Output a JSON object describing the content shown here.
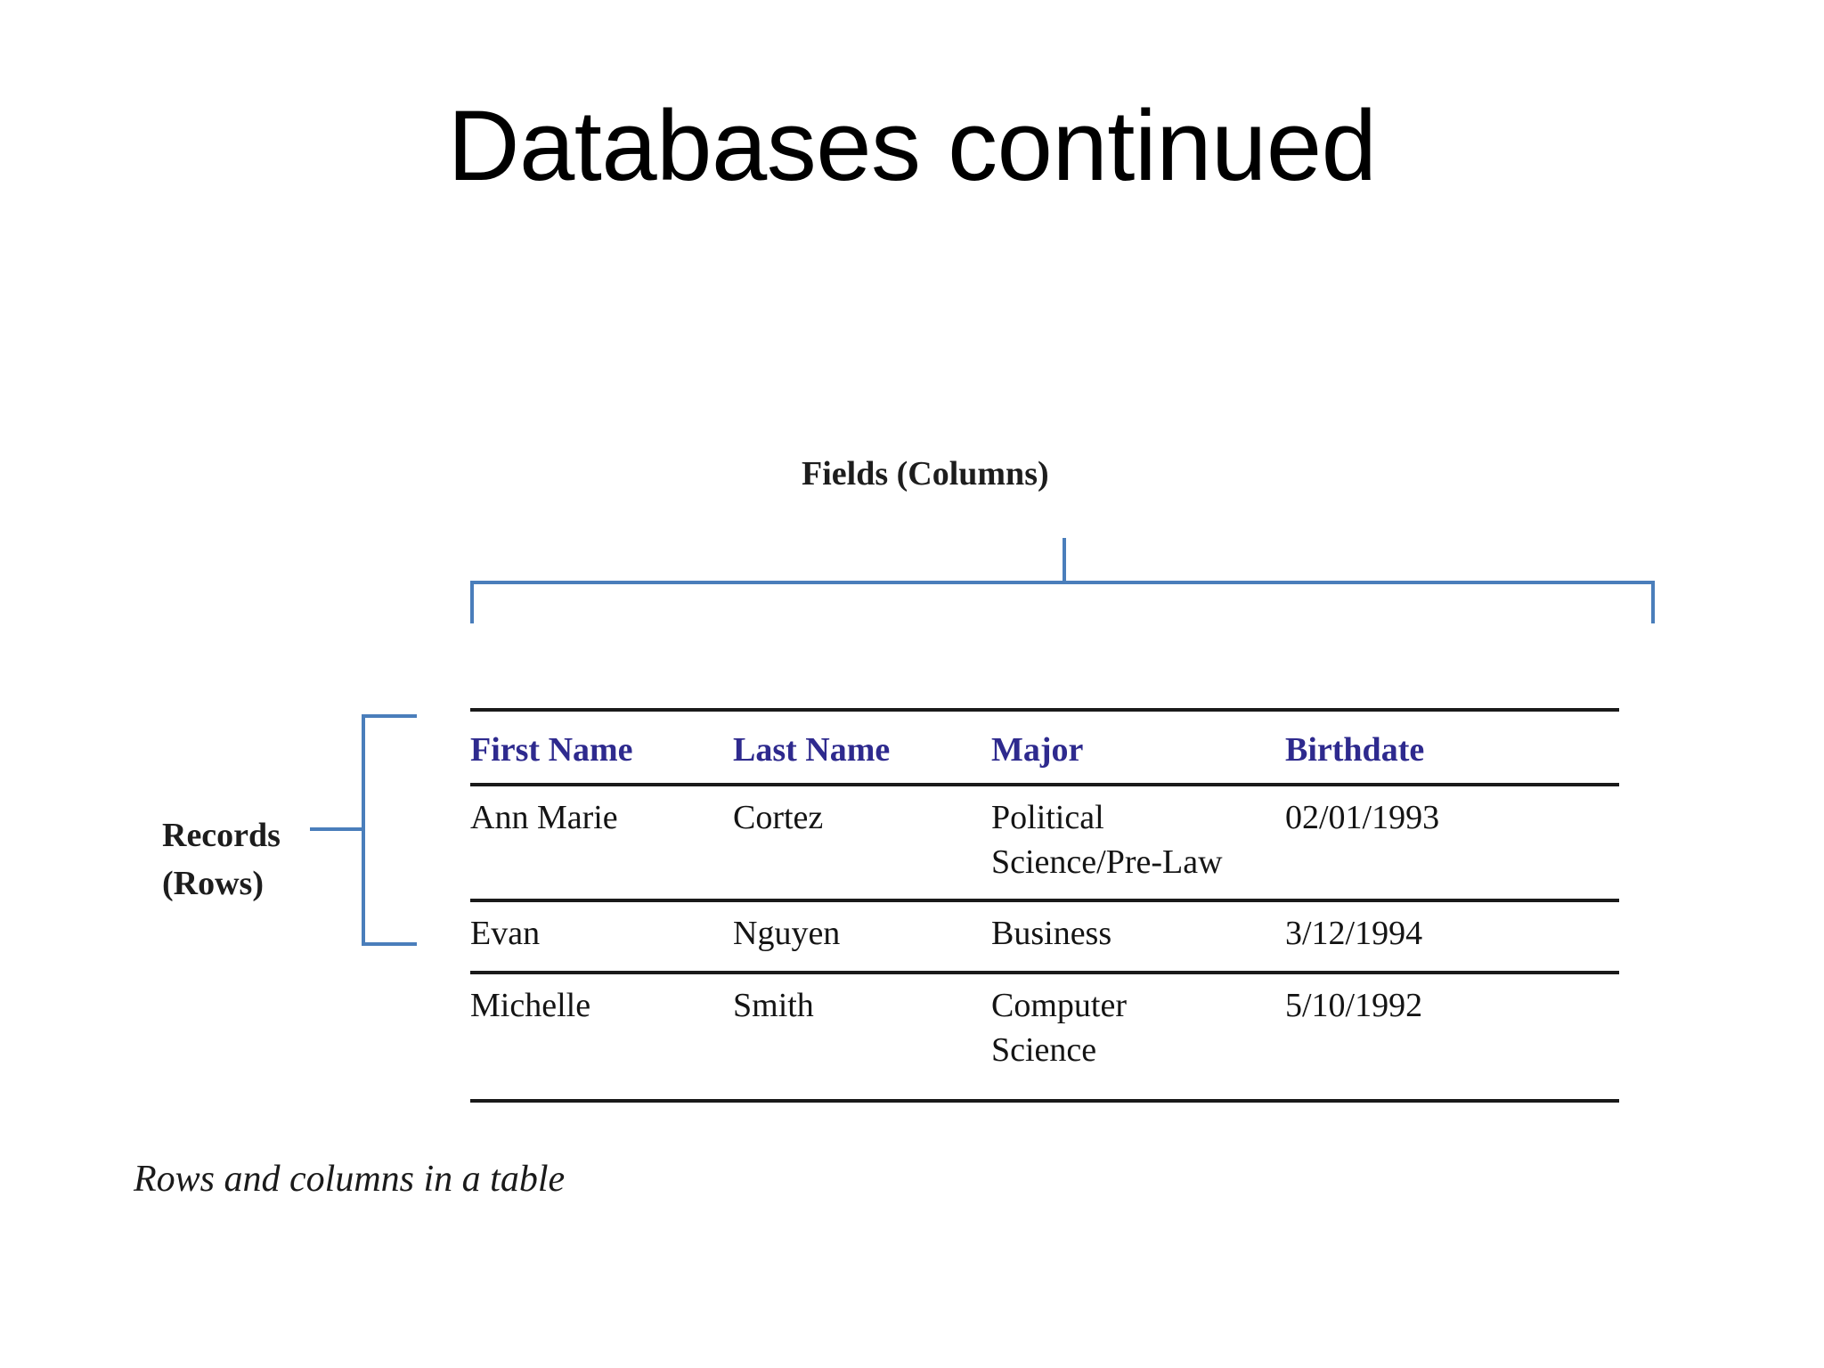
{
  "slide": {
    "title": "Databases continued",
    "background_color": "#ffffff"
  },
  "figure": {
    "caption": "Rows and columns in a table",
    "annotations": {
      "fields_label": "Fields (Columns)",
      "records_label_line1": "Records",
      "records_label_line2": "(Rows)"
    },
    "colors": {
      "bracket_blue": "#4a7ebb",
      "header_text": "#2e2a8e",
      "body_text": "#141414",
      "rule": "#1a1a1a"
    }
  },
  "chart_data": {
    "type": "table",
    "title": "Rows and columns in a table",
    "columns": [
      "First Name",
      "Last Name",
      "Major",
      "Birthdate"
    ],
    "rows": [
      {
        "first_name": "Ann Marie",
        "last_name": "Cortez",
        "major": "Political Science/Pre-Law",
        "birthdate": "02/01/1993"
      },
      {
        "first_name": "Evan",
        "last_name": "Nguyen",
        "major": "Business",
        "birthdate": "3/12/1994"
      },
      {
        "first_name": "Michelle",
        "last_name": "Smith",
        "major": "Computer Science",
        "birthdate": "5/10/1992"
      }
    ],
    "annotations": [
      {
        "text": "Fields (Columns)",
        "points_to": "columns",
        "position": "top"
      },
      {
        "text": "Records (Rows)",
        "points_to": "rows",
        "position": "left"
      }
    ]
  },
  "table": {
    "headers": {
      "first_name": "First Name",
      "last_name": "Last Name",
      "major": "Major",
      "birthdate": "Birthdate"
    },
    "row1": {
      "first_name": "Ann Marie",
      "last_name": "Cortez",
      "major_line1": "Political",
      "major_line2": "Science/Pre-Law",
      "birthdate": "02/01/1993"
    },
    "row2": {
      "first_name": "Evan",
      "last_name": "Nguyen",
      "major": "Business",
      "birthdate": "3/12/1994"
    },
    "row3": {
      "first_name": "Michelle",
      "last_name": "Smith",
      "major_line1": "Computer",
      "major_line2": "Science",
      "birthdate": "5/10/1992"
    }
  }
}
